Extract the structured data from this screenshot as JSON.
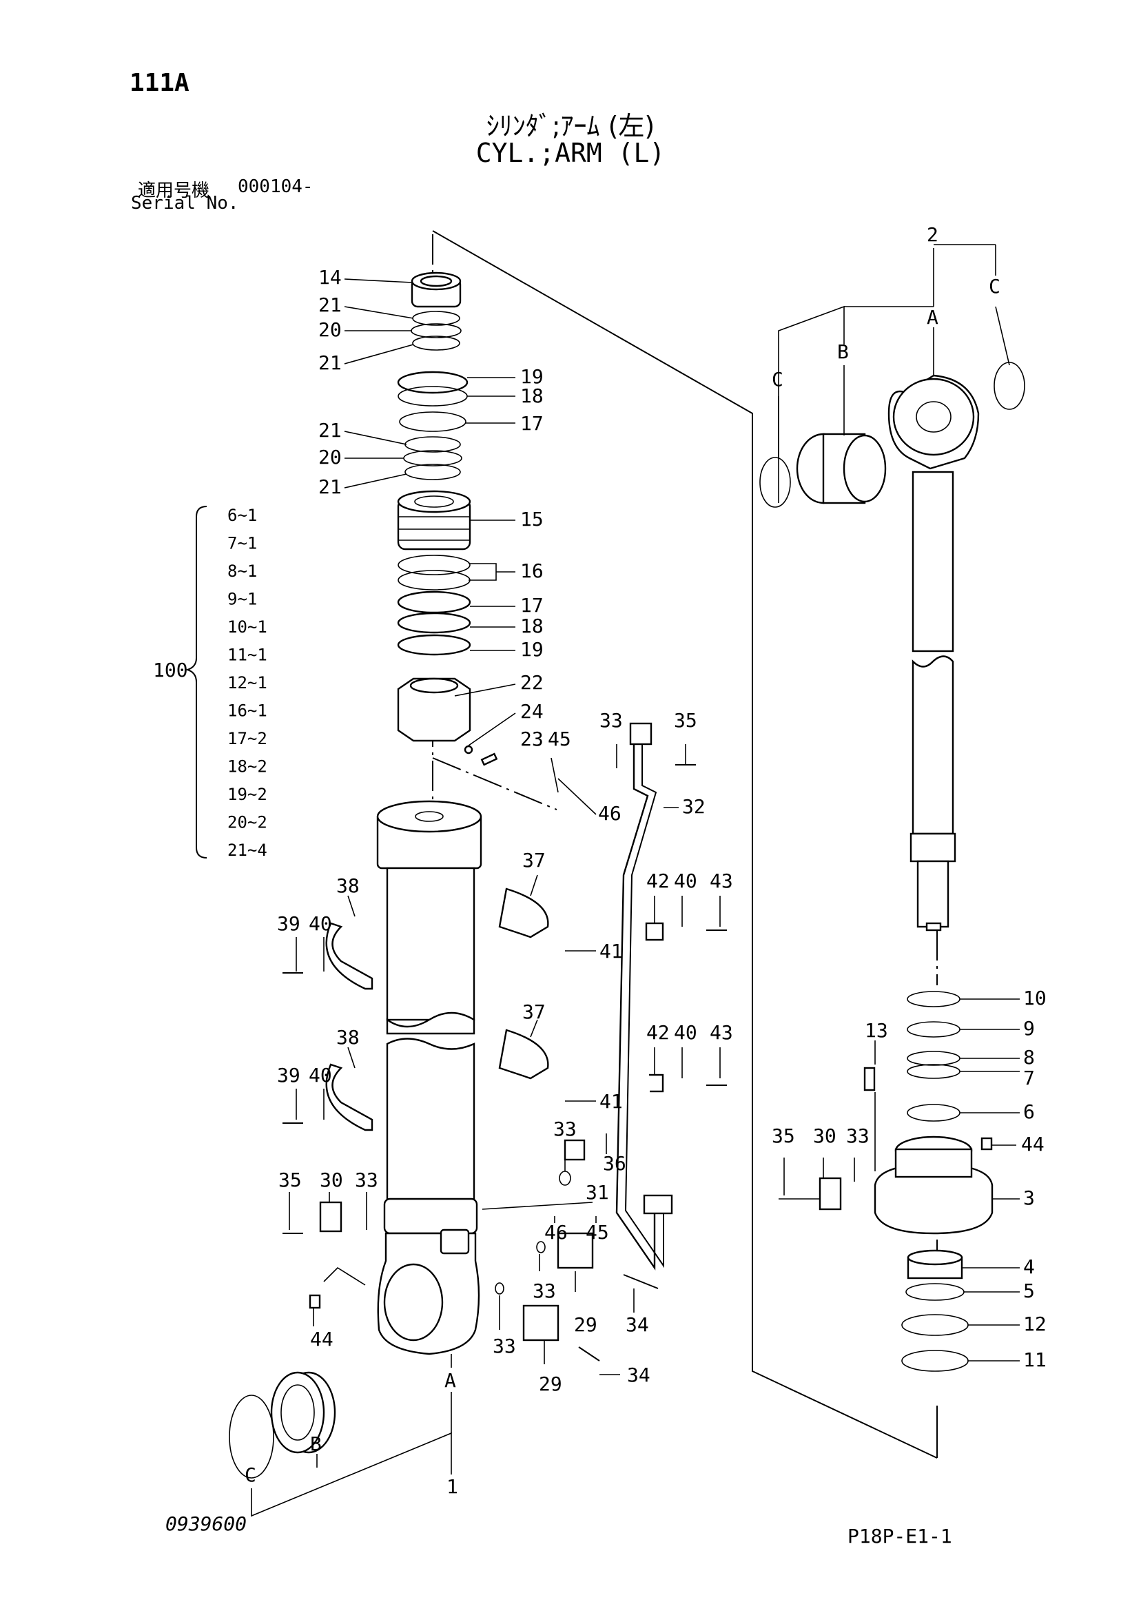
{
  "header": {
    "page_number": "111A",
    "title_jp": "ｼﾘﾝﾀﾞ;ｱｰﾑ (左)",
    "title_en": "CYL.;ARM (L)",
    "serial_label_jp": "適用号機",
    "serial_value": "000104-",
    "serial_label_en": "Serial No."
  },
  "footer": {
    "drawing_number": "0939600",
    "sheet_code": "P18P-E1-1"
  },
  "kit": {
    "number": "100",
    "items": [
      "6~1",
      "7~1",
      "8~1",
      "9~1",
      "10~1",
      "11~1",
      "12~1",
      "16~1",
      "17~2",
      "18~2",
      "19~2",
      "20~2",
      "21~4"
    ]
  },
  "callouts": {
    "c14": "14",
    "c21a": "21",
    "c20a": "20",
    "c21b": "21",
    "c19a": "19",
    "c18a": "18",
    "c17a": "17",
    "c21c": "21",
    "c20b": "20",
    "c21d": "21",
    "c15": "15",
    "c16": "16",
    "c17b": "17",
    "c18b": "18",
    "c19b": "19",
    "c22": "22",
    "c24": "24",
    "c23": "23",
    "c45a": "45",
    "c46a": "46",
    "c33a": "33",
    "c35a": "35",
    "c32": "32",
    "c37a": "37",
    "c38a": "38",
    "c39a": "39",
    "c40a": "40",
    "c42a": "42",
    "c40b": "40",
    "c43a": "43",
    "c41a": "41",
    "c37b": "37",
    "c38b": "38",
    "c39b": "39",
    "c40c": "40",
    "c42b": "42",
    "c40d": "40",
    "c43b": "43",
    "c41b": "41",
    "c33b": "33",
    "c36": "36",
    "c31": "31",
    "c35b": "35",
    "c30a": "30",
    "c33c": "33",
    "c46b": "46",
    "c45b": "45",
    "c33d": "33",
    "c29a": "29",
    "c34a": "34",
    "c44a": "44",
    "c33e": "33",
    "c29b": "29",
    "c34b": "34",
    "cA1": "A",
    "cB1": "B",
    "cC1": "C",
    "c1": "1",
    "c2": "2",
    "cA2": "A",
    "cB2": "B",
    "cC2": "C",
    "cC3": "C",
    "c10": "10",
    "c9": "9",
    "c13": "13",
    "c8": "8",
    "c7": "7",
    "c6": "6",
    "c35c": "35",
    "c30b": "30",
    "c33f": "33",
    "c44b": "44",
    "c3": "3",
    "c4": "4",
    "c5": "5",
    "c12": "12",
    "c11": "11"
  }
}
